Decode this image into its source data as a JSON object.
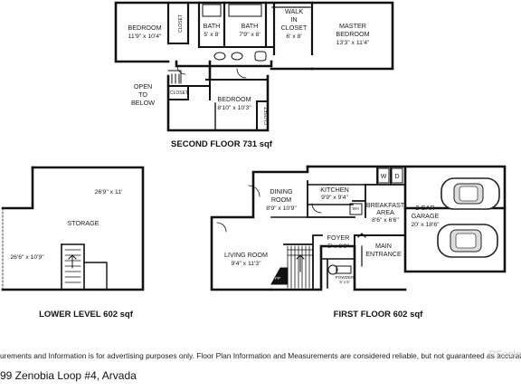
{
  "rooms": {
    "bedroom_a": {
      "name": "BEDROOM",
      "size": "11'9\" x 10'4\""
    },
    "closet_a": "CLOSET",
    "bath_a": {
      "name": "BATH",
      "size": "5' x 8'"
    },
    "bath_b": {
      "name": "BATH",
      "size": "7'9\" x 8'"
    },
    "walk_in": {
      "l1": "WALK",
      "l2": "IN",
      "l3": "CLOSET",
      "size": "6' x 8'"
    },
    "master": {
      "name": "MASTER",
      "name2": "BEDROOM",
      "size": "13'3\" x 11'4\""
    },
    "open_below": {
      "l1": "OPEN",
      "l2": "TO",
      "l3": "BELOW"
    },
    "closet_b": "CLOSET",
    "closet_c": "CLOSET",
    "bedroom_b": {
      "name": "BEDROOM",
      "size": "8'10\" x 10'3\""
    },
    "storage": {
      "name": "STORAGE",
      "size1": "26'9\" x 11'",
      "size2": "26'6\" x 10'9\""
    },
    "kitchen": {
      "name": "KITCHEN",
      "size": "9'9\" x 9'4\""
    },
    "dining": {
      "name": "DINING",
      "name2": "ROOM",
      "size": "8'9\" x 10'9\""
    },
    "breakfast": {
      "name": "BREAKFAST",
      "name2": "AREA",
      "size": "8'6\" x 6'6\""
    },
    "washer": "W",
    "dryer": "D",
    "garage": {
      "name": "2 CAR",
      "name2": "GARAGE",
      "size": "20' x 18'6\""
    },
    "foyer": {
      "name": "FOYER",
      "size": "5' x 6'9\""
    },
    "main_entrance": {
      "name": "MAIN",
      "name2": "ENTRANCE"
    },
    "living": {
      "name": "LIVING ROOM",
      "size": "9'4\" x 11'3\""
    },
    "powder": {
      "name": "POWDER",
      "size": "5' x 5'"
    },
    "fp": "FP",
    "wh": "WH"
  },
  "floors": {
    "second": "SECOND FLOOR 731 sqf",
    "lower": "LOWER LEVEL 602 sqf",
    "first": "FIRST FLOOR 602 sqf"
  },
  "disclaimer": "urements and Information is for advertising purposes only. Floor Plan Information and Measurements are considered reliable, but not guaranteed as accurate or complete",
  "address": "99 Zenobia Loop #4, Arvada",
  "watermark": "REcolo"
}
